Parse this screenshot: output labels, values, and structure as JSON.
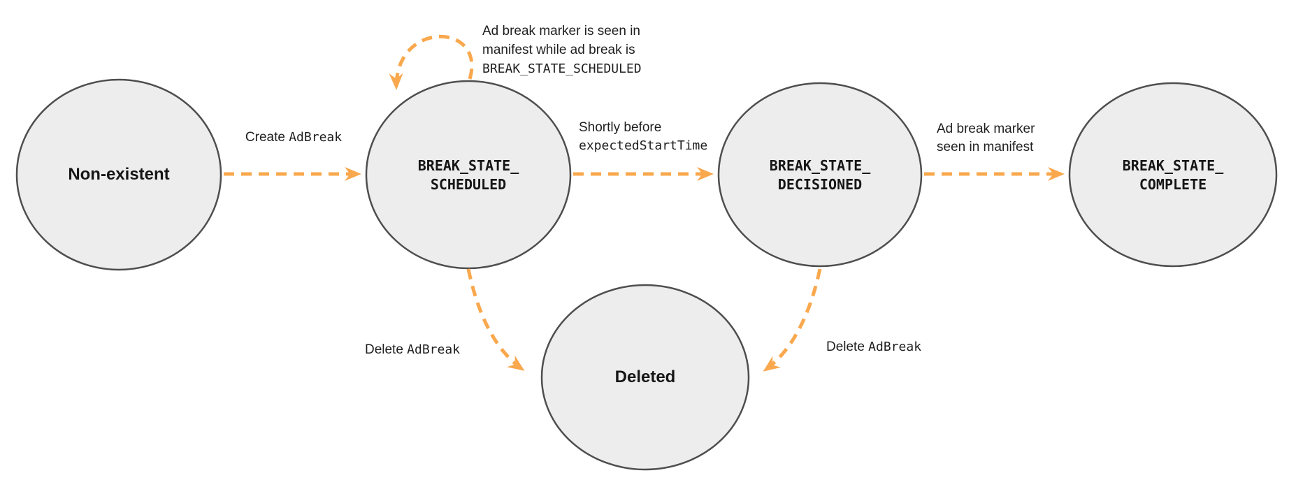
{
  "colors": {
    "arrow": "#F9A84D",
    "state_fill": "#EDEDED",
    "state_stroke": "#4E4E4E",
    "text": "#1F1F1F"
  },
  "states": {
    "non_existent": {
      "label": "Non-existent"
    },
    "scheduled": {
      "line1": "BREAK_STATE_",
      "line2": "SCHEDULED"
    },
    "decisioned": {
      "line1": "BREAK_STATE_",
      "line2": "DECISIONED"
    },
    "complete": {
      "line1": "BREAK_STATE_",
      "line2": "COMPLETE"
    },
    "deleted": {
      "label": "Deleted"
    }
  },
  "transitions": {
    "create": {
      "text": "Create ",
      "code": "AdBreak"
    },
    "self_loop": {
      "line1": "Ad break marker is seen in",
      "line2": "manifest while ad break is",
      "line3_code": "BREAK_STATE_SCHEDULED"
    },
    "to_decisioned": {
      "line1": "Shortly before",
      "line2_code": "expectedStartTime"
    },
    "to_complete": {
      "line1": "Ad break marker",
      "line2": "seen in manifest"
    },
    "delete_from_scheduled": {
      "text": "Delete ",
      "code": "AdBreak"
    },
    "delete_from_decisioned": {
      "text": "Delete ",
      "code": "AdBreak"
    }
  }
}
